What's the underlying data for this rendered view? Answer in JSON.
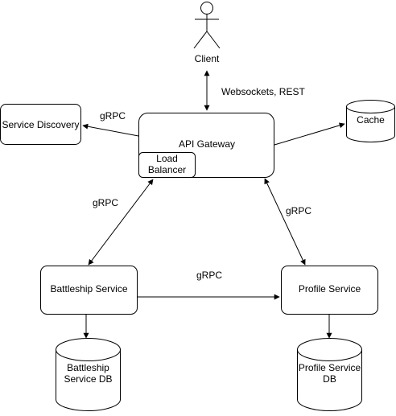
{
  "nodes": {
    "client": "Client",
    "api_gateway": "API Gateway",
    "load_balancer": [
      "Load",
      "Balancer"
    ],
    "service_discovery": "Service Discovery",
    "cache": "Cache",
    "battleship_service": "Battleship Service",
    "profile_service": "Profile Service",
    "battleship_db": [
      "Battleship",
      "Service DB"
    ],
    "profile_db": [
      "Profile Service",
      "DB"
    ]
  },
  "edges": {
    "client_gateway": "Websockets, REST",
    "gateway_discovery": "gRPC",
    "gateway_battleship": "gRPC",
    "gateway_profile": "gRPC",
    "battleship_profile": "gRPC"
  }
}
